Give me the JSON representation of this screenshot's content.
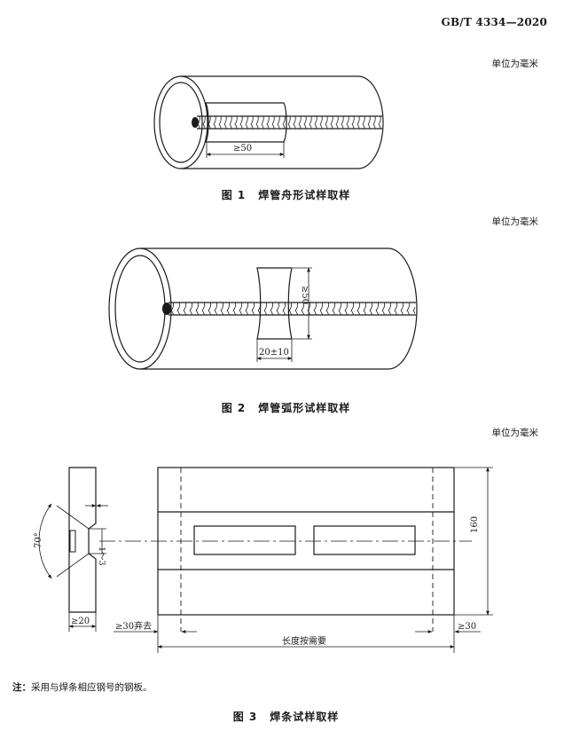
{
  "header": {
    "standard": "GB/T 4334—2020"
  },
  "units_label": "单位为毫米",
  "figure1": {
    "number": "图 1",
    "caption": "焊管舟形试样取样",
    "dim_length": "≥50"
  },
  "figure2": {
    "number": "图 2",
    "caption": "焊管弧形试样取样",
    "dim_height": "≥50",
    "dim_width": "20±10"
  },
  "figure3": {
    "number": "图 3",
    "caption": "焊条试样取样",
    "angle": "70°",
    "gap": "1～3",
    "side_width": "≥20",
    "discard_left": "≥30弃去",
    "discard_right": "≥30",
    "length": "长度按需要",
    "height": "160"
  },
  "note": {
    "label": "注：",
    "text": "采用与焊条相应钢号的钢板。"
  }
}
